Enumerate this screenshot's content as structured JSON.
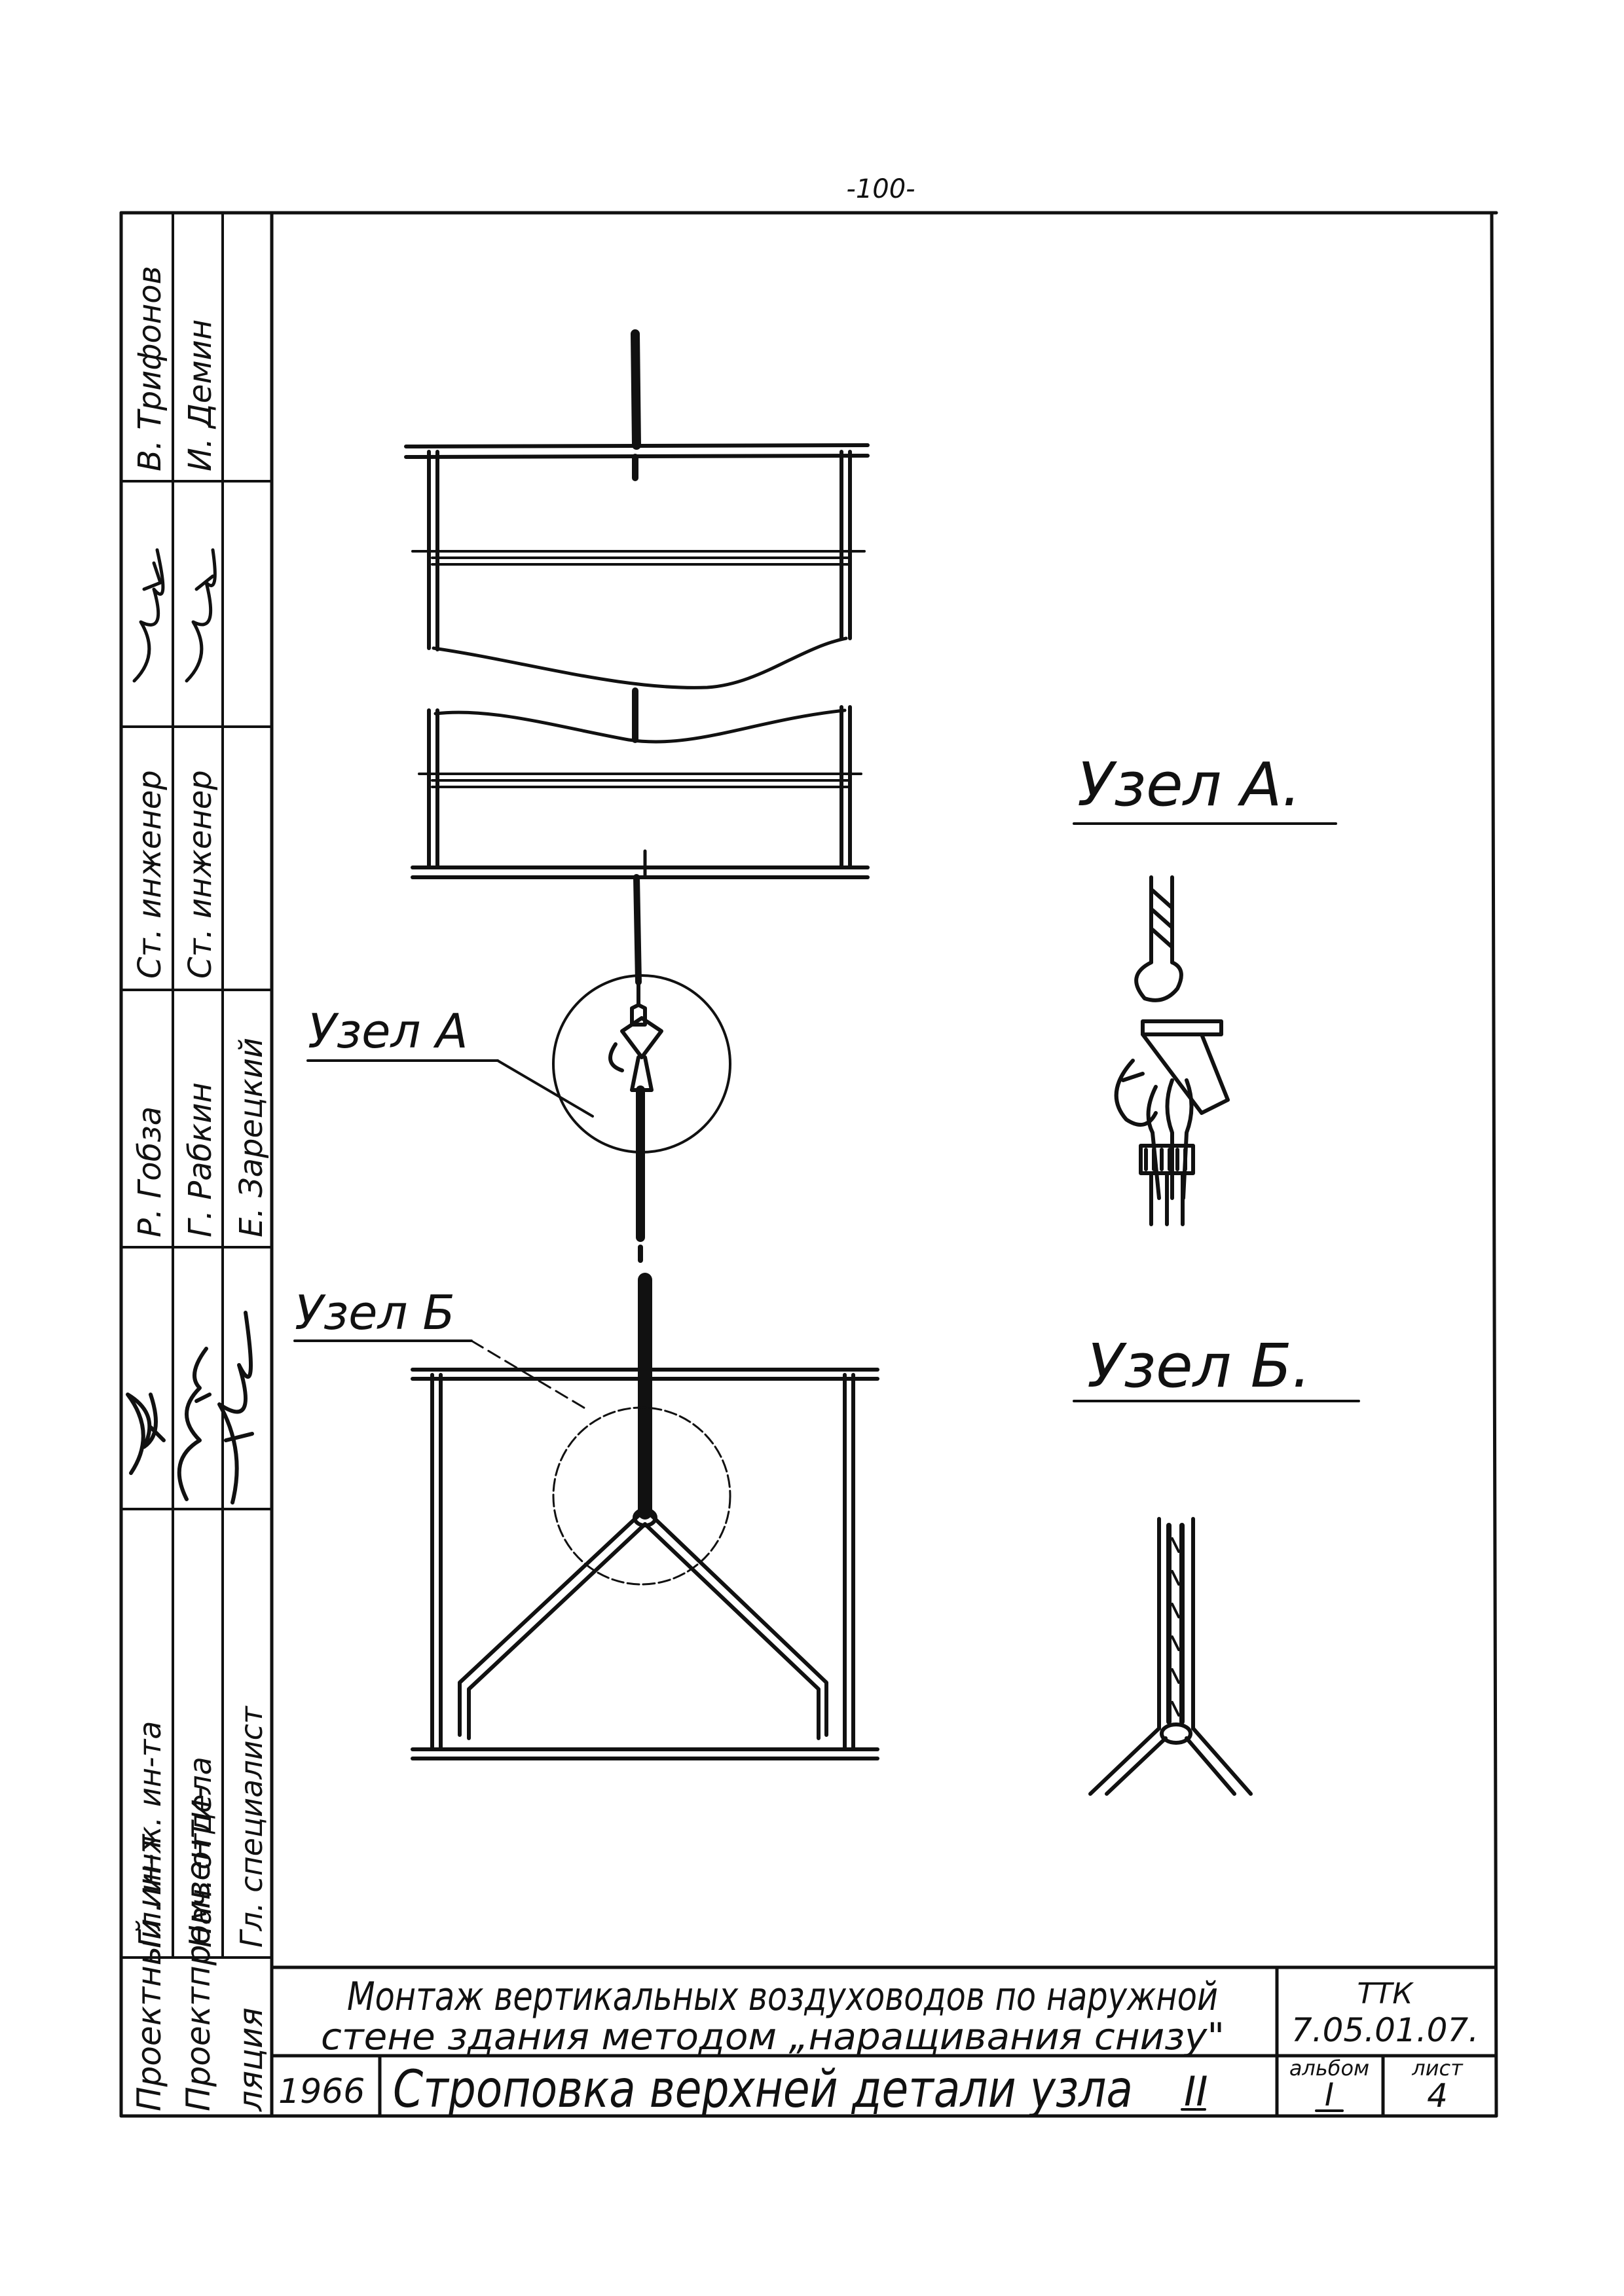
{
  "page_number": "-100-",
  "side_stamp": {
    "org_line1": "Проектный ин-т",
    "org_line2": "Проектпромвенти-",
    "org_line3": "ляция",
    "positions": [
      "Гл. инж. ин-та",
      "Нач. отдела",
      "Гл. специалист"
    ],
    "names_col1": [
      "Р. Гобза",
      "Г. Рабкин",
      "Е. Зарецкий"
    ],
    "senior_engineers": [
      "Ст. инженер",
      "Ст. инженер"
    ],
    "names_col2": [
      "В. Трифонов",
      "И. Демин"
    ]
  },
  "main_drawing": {
    "callout_a": "Узел А",
    "callout_b": "Узел Б"
  },
  "details": {
    "detail_a_title": "Узел А.",
    "detail_b_title": "Узел Б."
  },
  "title_block": {
    "project_line1": "Монтаж вертикальных воздуховодов по наружной",
    "project_line2": "стене здания методом „наращивания снизу\"",
    "doc_type": "ТТК",
    "doc_code": "7.05.01.07.",
    "year": "1966",
    "sheet_title": "Строповка верхней детали узла",
    "sheet_title_roman": "II",
    "album_label": "альбом",
    "album_value": "I",
    "sheet_label": "лист",
    "sheet_value": "4"
  }
}
